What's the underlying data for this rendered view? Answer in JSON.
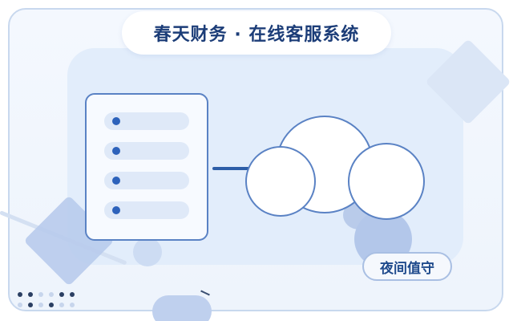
{
  "title": "春天财务 · 在线客服系统",
  "badge": "夜间值守",
  "colors": {
    "accent": "#2d62bb",
    "outline": "#5a82c4",
    "title_text": "#1c3d78",
    "panel": "#e2edfb"
  },
  "list": {
    "rows": 4
  }
}
